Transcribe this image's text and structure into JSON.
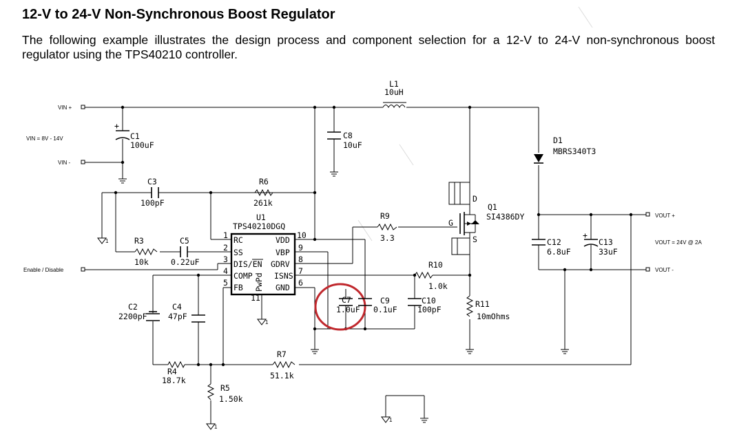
{
  "heading": "12-V to 24-V Non-Synchronous Boost Regulator",
  "paragraph": "The following example illustrates the design process and component selection for a 12-V to 24-V non-synchronous boost regulator using the TPS40210 controller.",
  "schematic": {
    "ports": {
      "vin_plus": "VIN +",
      "vin_range": "VIN = 8V - 14V",
      "vin_minus": "VIN -",
      "enable": "Enable / Disable",
      "vout_plus": "VOUT +",
      "vout_spec": "VOUT = 24V @ 2A",
      "vout_minus": "VOUT -"
    },
    "ic": {
      "ref": "U1",
      "part": "TPS40210DGQ",
      "pins_left": [
        {
          "num": "1",
          "name": "RC"
        },
        {
          "num": "2",
          "name": "SS"
        },
        {
          "num": "3",
          "name": "DIS/EN"
        },
        {
          "num": "4",
          "name": "COMP"
        },
        {
          "num": "5",
          "name": "FB"
        }
      ],
      "pins_right": [
        {
          "num": "10",
          "name": "VDD"
        },
        {
          "num": "9",
          "name": "VBP"
        },
        {
          "num": "8",
          "name": "GDRV"
        },
        {
          "num": "7",
          "name": "ISNS"
        },
        {
          "num": "6",
          "name": "GND"
        }
      ],
      "pad_name": "PwPd",
      "pad_num": "11"
    },
    "components": {
      "L1": {
        "ref": "L1",
        "value": "10uH"
      },
      "C1": {
        "ref": "C1",
        "value": "100uF"
      },
      "C8": {
        "ref": "C8",
        "value": "10uF"
      },
      "D1": {
        "ref": "D1",
        "value": "MBRS340T3"
      },
      "Q1": {
        "ref": "Q1",
        "value": "SI4386DY",
        "pin_d": "D",
        "pin_g": "G",
        "pin_s": "S"
      },
      "C3": {
        "ref": "C3",
        "value": "100pF"
      },
      "R6": {
        "ref": "R6",
        "value": "261k"
      },
      "R9": {
        "ref": "R9",
        "value": "3.3"
      },
      "R3": {
        "ref": "R3",
        "value": "10k"
      },
      "C5": {
        "ref": "C5",
        "value": "0.22uF"
      },
      "R10": {
        "ref": "R10",
        "value": "1.0k"
      },
      "C12": {
        "ref": "C12",
        "value": "6.8uF"
      },
      "C13": {
        "ref": "C13",
        "value": "33uF"
      },
      "C7": {
        "ref": "C7",
        "value": "1.0uF"
      },
      "C9": {
        "ref": "C9",
        "value": "0.1uF"
      },
      "C10": {
        "ref": "C10",
        "value": "100pF"
      },
      "R11": {
        "ref": "R11",
        "value": "10mOhms"
      },
      "C2": {
        "ref": "C2",
        "value": "2200pF"
      },
      "C4": {
        "ref": "C4",
        "value": "47pF"
      },
      "R4": {
        "ref": "R4",
        "value": "18.7k"
      },
      "R7": {
        "ref": "R7",
        "value": "51.1k"
      },
      "R5": {
        "ref": "R5",
        "value": "1.50k"
      }
    },
    "ground_mark": "1",
    "highlight_color": "#c0282d"
  }
}
